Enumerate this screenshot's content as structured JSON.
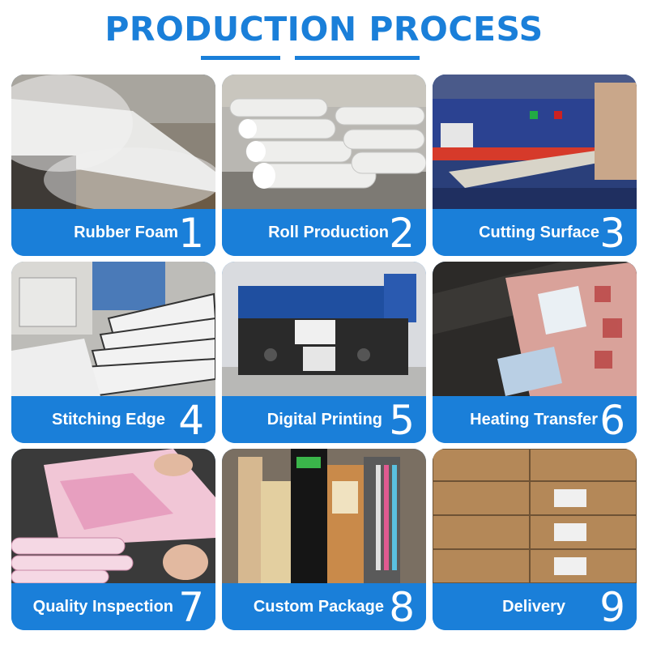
{
  "header": {
    "title": "PRODUCTION PROCESS"
  },
  "steps": [
    {
      "label": "Rubber Foam",
      "number": "1"
    },
    {
      "label": "Roll Production",
      "number": "2"
    },
    {
      "label": "Cutting Surface",
      "number": "3"
    },
    {
      "label": "Stitching Edge",
      "number": "4"
    },
    {
      "label": "Digital Printing",
      "number": "5"
    },
    {
      "label": "Heating Transfer",
      "number": "6"
    },
    {
      "label": "Quality Inspection",
      "number": "7"
    },
    {
      "label": "Custom Package",
      "number": "8"
    },
    {
      "label": "Delivery",
      "number": "9"
    }
  ],
  "colors": {
    "accent": "#1a7fd9",
    "background": "#ffffff",
    "caption_text": "#ffffff"
  },
  "icons": [
    "rubber-foam-photo",
    "roll-production-photo",
    "cutting-surface-photo",
    "stitching-edge-photo",
    "digital-printing-photo",
    "heating-transfer-photo",
    "quality-inspection-photo",
    "custom-package-photo",
    "delivery-photo"
  ]
}
